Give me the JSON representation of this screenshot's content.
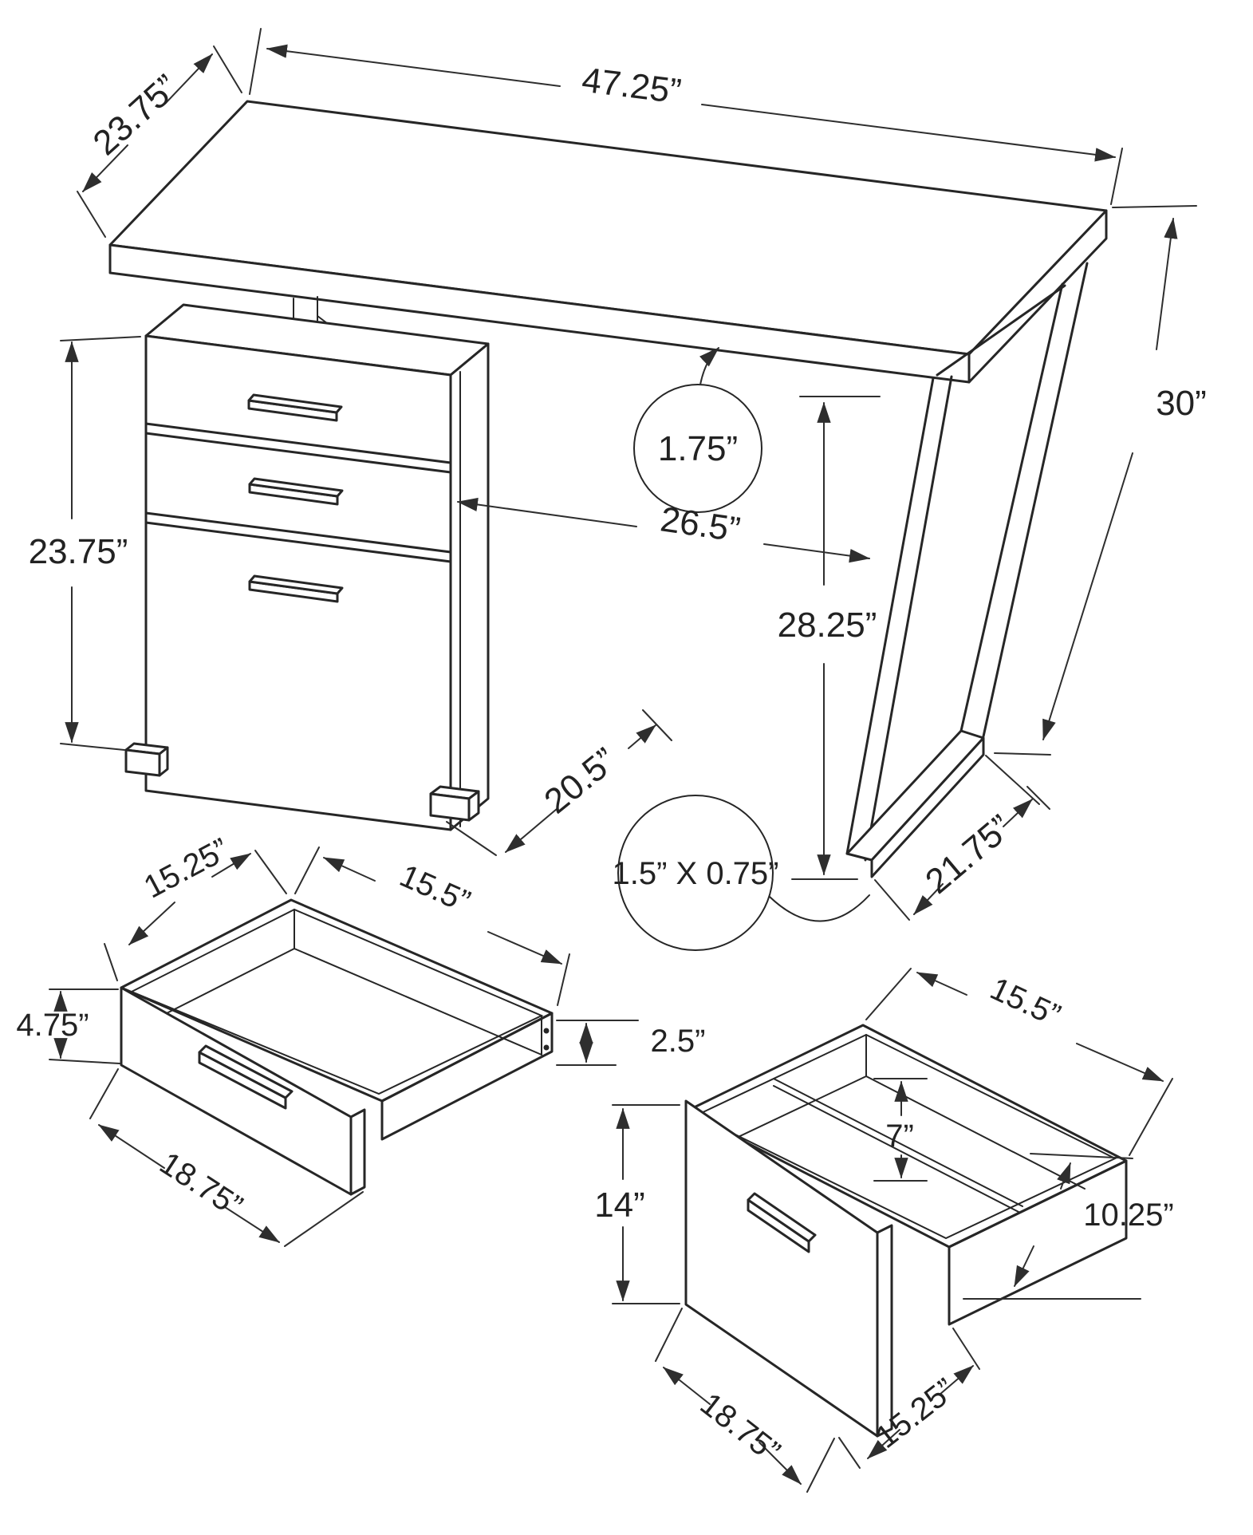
{
  "title": "Computer desk with drawer pedestal - dimension drawing",
  "colors": {
    "line": "#262626",
    "dimension_line": "#2e2e2e",
    "background": "#ffffff",
    "text": "#222222"
  },
  "labels": {
    "desk": {
      "top_width": "47.25”",
      "top_depth": "23.75”",
      "pedestal_height": "23.75”",
      "top_thickness": "1.75”",
      "knee_clearance_width": "26.5”",
      "clearance_height": "28.25”",
      "overall_height": "30”",
      "pedestal_base_depth": "20.5”",
      "leg_base_depth": "21.75”",
      "leg_frame_profile": "1.5” X 0.75”"
    },
    "small_drawer": {
      "inner_depth": "15.25”",
      "outer_depth": "15.5”",
      "front_height": "4.75”",
      "side_height": "2.5”",
      "front_width": "18.75”"
    },
    "file_drawer": {
      "outer_depth": "15.5”",
      "hanging_rail_height": "7”",
      "front_height": "14”",
      "side_height": "10.25”",
      "front_width": "18.75”",
      "inner_depth": "15.25”"
    }
  }
}
